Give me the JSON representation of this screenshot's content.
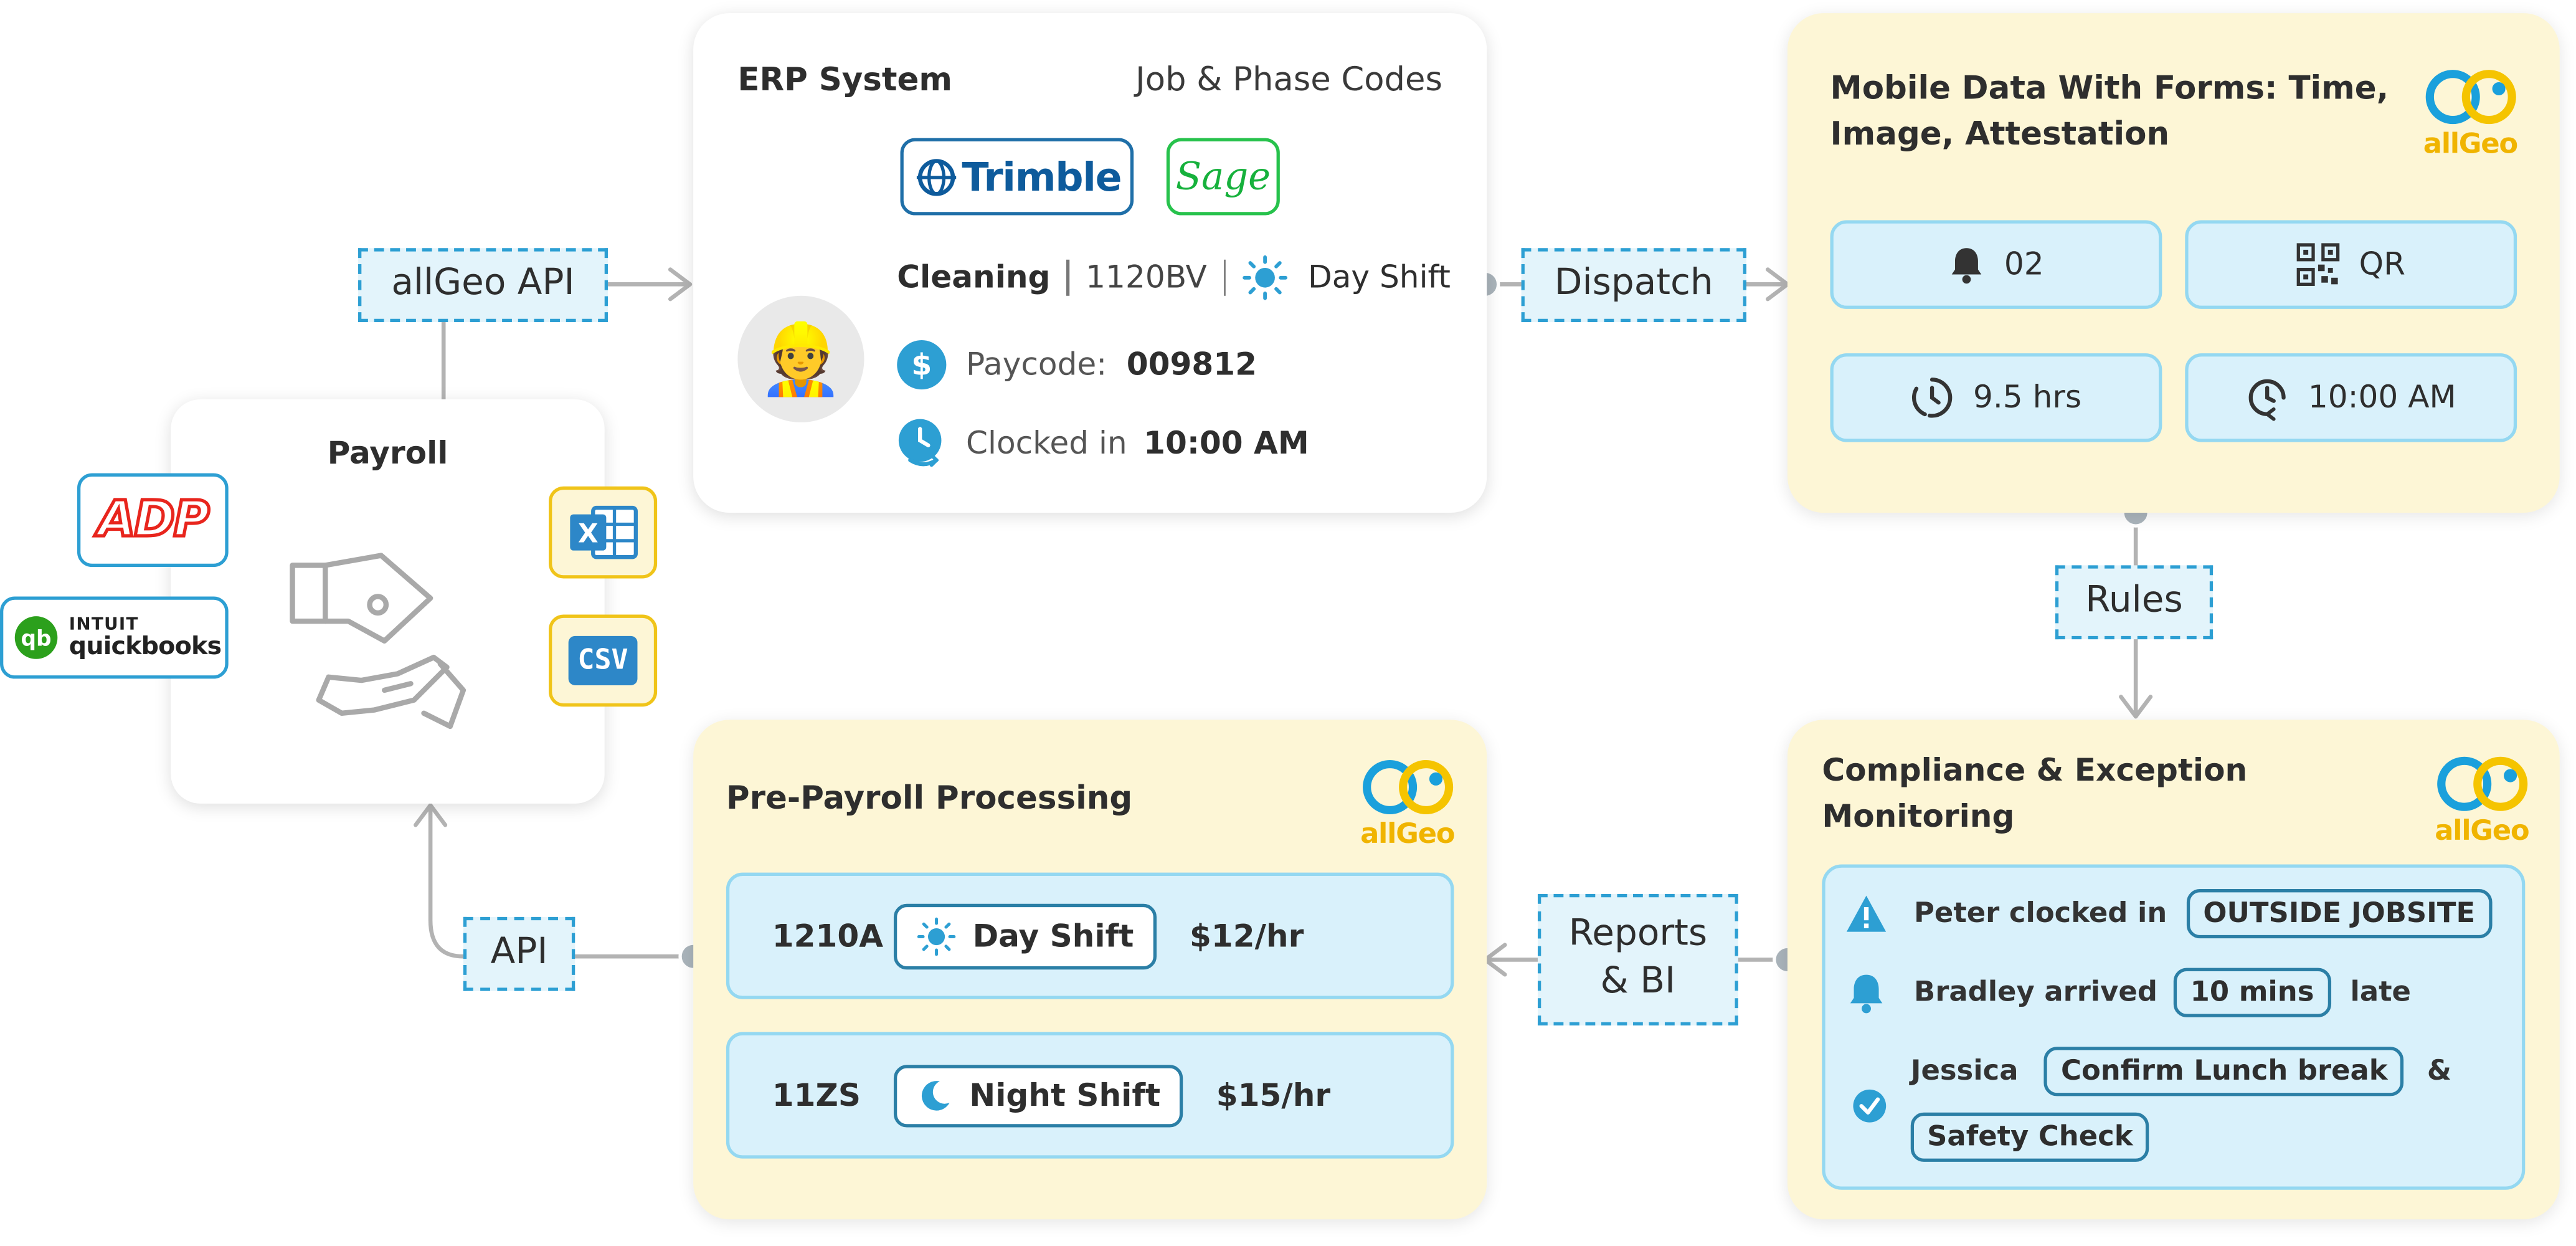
{
  "erp": {
    "title": "ERP System",
    "subtitle": "Job & Phase Codes",
    "vendors": [
      "Trimble",
      "Sage"
    ],
    "job": "Cleaning",
    "job_code": "1120BV",
    "shift": "Day Shift",
    "paycode_label": "Paycode:",
    "paycode": "009812",
    "clocked_label": "Clocked in",
    "clocked_time": "10:00 AM",
    "avatar": "👷"
  },
  "mobile": {
    "title": "Mobile Data With Forms: Time, Image, Attestation",
    "tiles": [
      "02",
      "QR",
      "9.5 hrs",
      "10:00 AM"
    ]
  },
  "payroll": {
    "title": "Payroll",
    "adp": "ADP",
    "intuit": "INTUIT",
    "quickbooks": "quickbooks",
    "excel": "X",
    "csv": "CSV"
  },
  "preprocessing": {
    "title": "Pre-Payroll Processing",
    "rows": [
      {
        "code": "1210A",
        "shift": "Day Shift",
        "rate": "$12/hr"
      },
      {
        "code": "11ZS",
        "shift": "Night Shift",
        "rate": "$15/hr"
      }
    ]
  },
  "compliance": {
    "title": "Compliance & Exception Monitoring",
    "row1": {
      "name": "Peter clocked in",
      "badge": "OUTSIDE JOBSITE"
    },
    "row2": {
      "name": "Bradley arrived",
      "badge": "10 mins",
      "suffix": "late"
    },
    "row3": {
      "name": "Jessica",
      "badge": "Confirm Lunch break",
      "joiner": "&",
      "badge2": "Safety Check"
    }
  },
  "connectors": {
    "api_top": "allGeo API",
    "dispatch": "Dispatch",
    "rules": "Rules",
    "reports_line1": "Reports",
    "reports_line2": "& BI",
    "api": "API"
  },
  "brand": {
    "name": "allGeo"
  },
  "colors": {
    "accent": "#2d9fd3",
    "yellow_card": "#fdf6d6",
    "tile": "#d9f1fb",
    "brand_yellow": "#f5c400",
    "brand_blue": "#1aa0dc"
  }
}
